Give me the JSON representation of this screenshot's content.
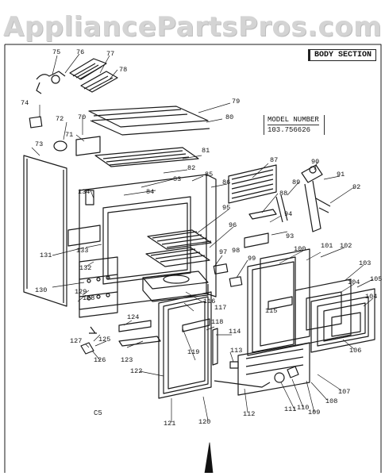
{
  "watermark": "AppliancePartsPros.com",
  "section_title": "BODY SECTION",
  "model": {
    "label": "MODEL NUMBER",
    "number": "103.756626"
  },
  "corner_code": "C5",
  "part_numbers": [
    "70",
    "71",
    "72",
    "73",
    "74",
    "75",
    "76",
    "77",
    "78",
    "79",
    "80",
    "81",
    "82",
    "83",
    "84",
    "85",
    "86",
    "87",
    "88",
    "89",
    "90",
    "91",
    "92",
    "93",
    "94",
    "95",
    "96",
    "97",
    "98",
    "99",
    "100",
    "101",
    "102",
    "103",
    "104",
    "104",
    "105",
    "106",
    "107",
    "108",
    "109",
    "110",
    "111",
    "112",
    "113",
    "114",
    "115",
    "116",
    "117",
    "118",
    "119",
    "120",
    "121",
    "122",
    "123",
    "124",
    "125",
    "126",
    "127",
    "128",
    "129",
    "130",
    "131",
    "132",
    "133",
    "134"
  ]
}
